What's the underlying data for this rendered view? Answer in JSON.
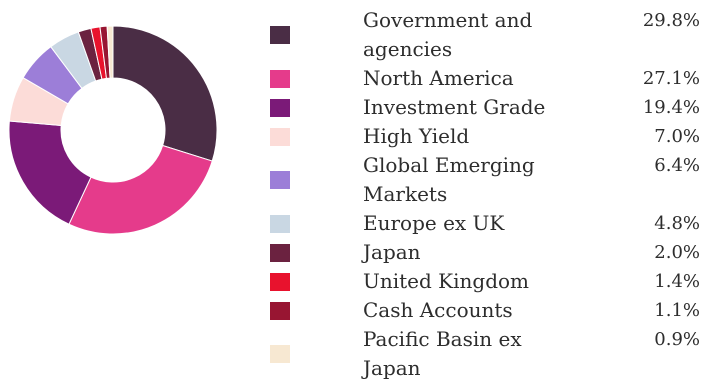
{
  "chart_data": {
    "type": "pie",
    "donut": true,
    "title": "",
    "legend_position": "right",
    "slices": [
      {
        "label": "Government and agencies",
        "value": 29.8,
        "value_label": "29.8%",
        "color": "#4a2d45"
      },
      {
        "label": "North America",
        "value": 27.1,
        "value_label": "27.1%",
        "color": "#e53b8b"
      },
      {
        "label": "Investment Grade",
        "value": 19.4,
        "value_label": "19.4%",
        "color": "#7b1a78"
      },
      {
        "label": "High Yield",
        "value": 7.0,
        "value_label": "7.0%",
        "color": "#fcdcd8"
      },
      {
        "label": "Global Emerging Markets",
        "value": 6.4,
        "value_label": "6.4%",
        "color": "#9c7ed8"
      },
      {
        "label": "Europe ex UK",
        "value": 4.8,
        "value_label": "4.8%",
        "color": "#c9d7e3"
      },
      {
        "label": "Japan",
        "value": 2.0,
        "value_label": "2.0%",
        "color": "#6b2240"
      },
      {
        "label": "United Kingdom",
        "value": 1.4,
        "value_label": "1.4%",
        "color": "#e8122d"
      },
      {
        "label": "Cash Accounts",
        "value": 1.1,
        "value_label": "1.1%",
        "color": "#981532"
      },
      {
        "label": "Pacific Basin ex Japan",
        "value": 0.9,
        "value_label": "0.9%",
        "color": "#f7e8d2"
      }
    ]
  }
}
